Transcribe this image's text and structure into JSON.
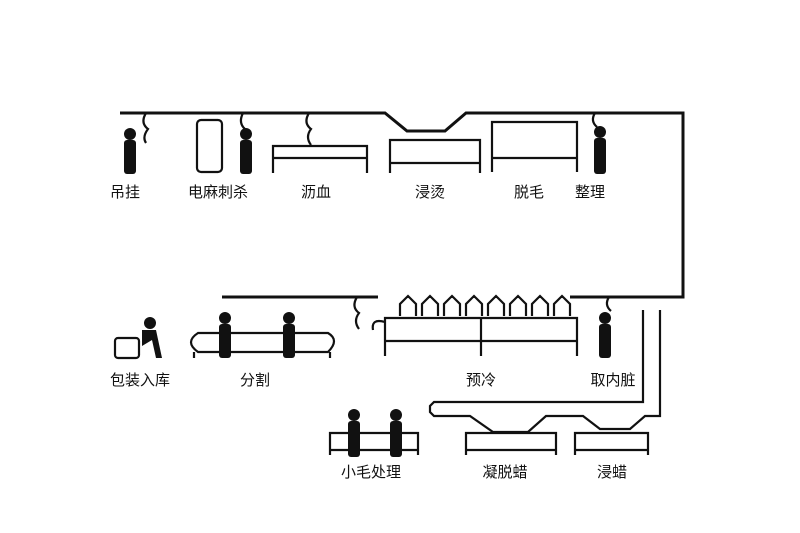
{
  "diagram": {
    "colors": {
      "line": "#111111",
      "background": "#ffffff"
    },
    "steps_row1": [
      "吊挂",
      "电麻刺杀",
      "沥血",
      "浸烫",
      "脱毛",
      "整理"
    ],
    "steps_row2": [
      "包装入库",
      "分割",
      "预冷",
      "取内脏"
    ],
    "steps_row3": [
      "小毛处理",
      "凝脱蜡",
      "浸蜡"
    ]
  }
}
